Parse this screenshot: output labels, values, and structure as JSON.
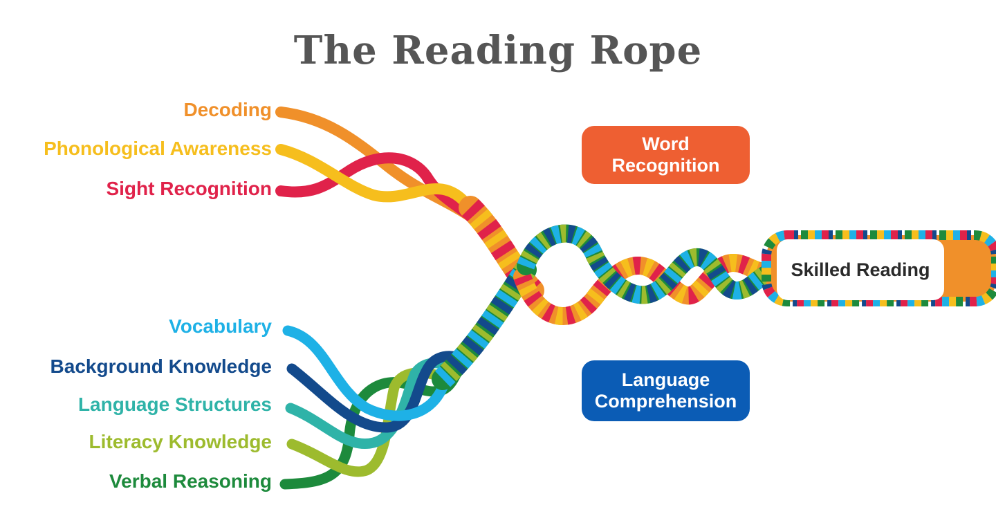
{
  "title": "The Reading Rope",
  "word_recognition": {
    "box_label_1": "Word",
    "box_label_2": "Recognition",
    "box_color": "#EE5F32",
    "strands": [
      {
        "label": "Decoding",
        "color": "#F0902A"
      },
      {
        "label": "Phonological Awareness",
        "color": "#F6BE1D"
      },
      {
        "label": "Sight Recognition",
        "color": "#E0224A"
      }
    ]
  },
  "language_comprehension": {
    "box_label_1": "Language",
    "box_label_2": "Comprehension",
    "box_color": "#0B5CB5",
    "strands": [
      {
        "label": "Vocabulary",
        "color": "#1EB1E6"
      },
      {
        "label": "Background Knowledge",
        "color": "#134A8C"
      },
      {
        "label": "Language Structures",
        "color": "#2FB3A8"
      },
      {
        "label": "Literacy Knowledge",
        "color": "#9DBB2E"
      },
      {
        "label": "Verbal Reasoning",
        "color": "#1D8A3C"
      }
    ]
  },
  "result": {
    "label": "Skilled Reading"
  }
}
